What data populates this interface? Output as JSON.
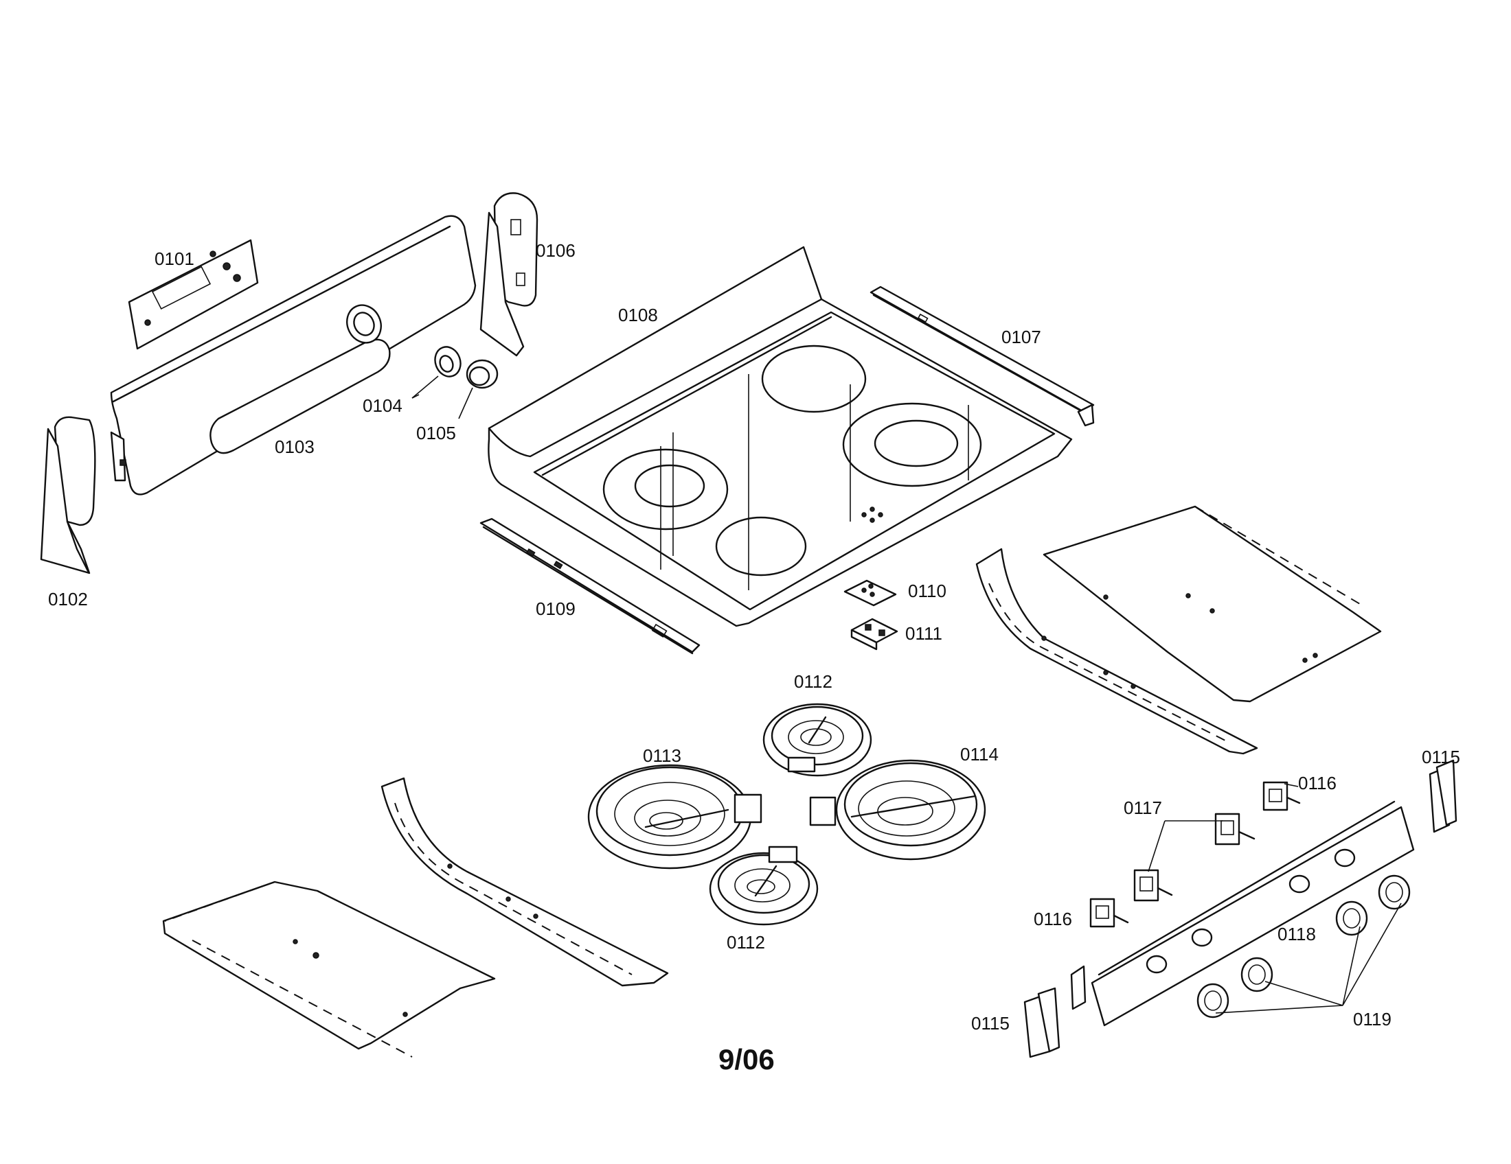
{
  "labels": {
    "p0101": "0101",
    "p0102": "0102",
    "p0103": "0103",
    "p0104": "0104",
    "p0105": "0105",
    "p0106": "0106",
    "p0107": "0107",
    "p0108": "0108",
    "p0109": "0109",
    "p0110": "0110",
    "p0111": "0111",
    "p0112_top": "0112",
    "p0112_bottom": "0112",
    "p0113": "0113",
    "p0114": "0114",
    "p0115_right": "0115",
    "p0115_left": "0115",
    "p0116_right": "0116",
    "p0116_left": "0116",
    "p0117": "0117",
    "p0118": "0118",
    "p0119": "0119"
  },
  "date_code": "9/06"
}
